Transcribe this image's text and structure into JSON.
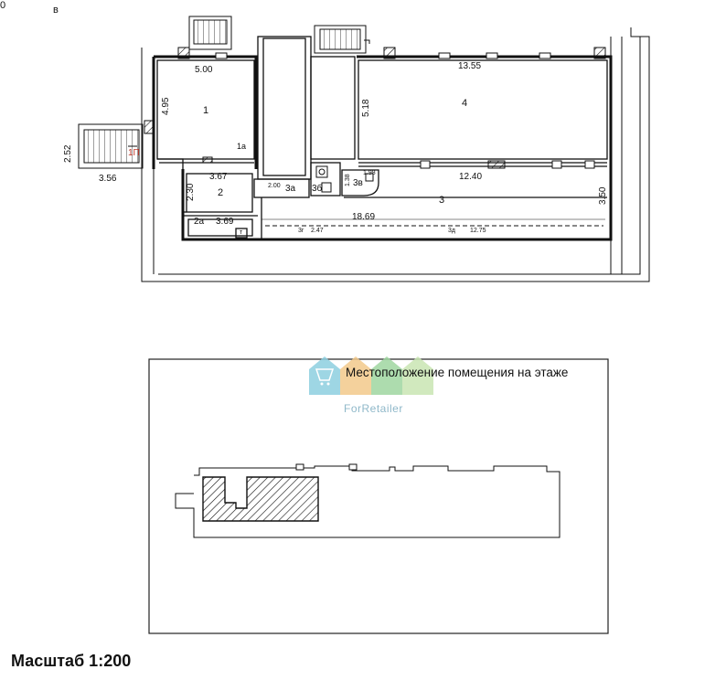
{
  "corner_labels": {
    "left": "0",
    "right": "в"
  },
  "plan": {
    "rooms": [
      {
        "id": "room-1",
        "label": "1"
      },
      {
        "id": "room-1a",
        "label": "1а"
      },
      {
        "id": "room-1p",
        "label": "1П"
      },
      {
        "id": "room-2",
        "label": "2"
      },
      {
        "id": "room-2a",
        "label": "2а"
      },
      {
        "id": "room-3",
        "label": "3"
      },
      {
        "id": "room-3a",
        "label": "3а"
      },
      {
        "id": "room-3b",
        "label": "3б"
      },
      {
        "id": "room-3v",
        "label": "3в"
      },
      {
        "id": "room-3g",
        "label": "3г"
      },
      {
        "id": "room-3d",
        "label": "3д"
      },
      {
        "id": "room-4",
        "label": "4"
      }
    ],
    "dimensions": {
      "d500": "5.00",
      "d495": "4.95",
      "d252": "2.52",
      "d356": "3.56",
      "d367": "3.67",
      "d230": "2.30",
      "d369": "3.69",
      "d200": "2.00",
      "d138": "1.38",
      "d198": "1.98",
      "d1869": "18.69",
      "d247": "2.47",
      "d1275": "12.75",
      "d1240": "12.40",
      "d350": "3.50",
      "d1355": "13.55",
      "d518": "5.18",
      "t": "т"
    }
  },
  "location_panel": {
    "caption": "Местоположение помещения на этаже",
    "watermark_text": "ForRetailer",
    "logo_colors": [
      "#8ecfe0",
      "#f3c98b",
      "#9fd6a0"
    ]
  },
  "scale_text": "Масштаб 1:200"
}
